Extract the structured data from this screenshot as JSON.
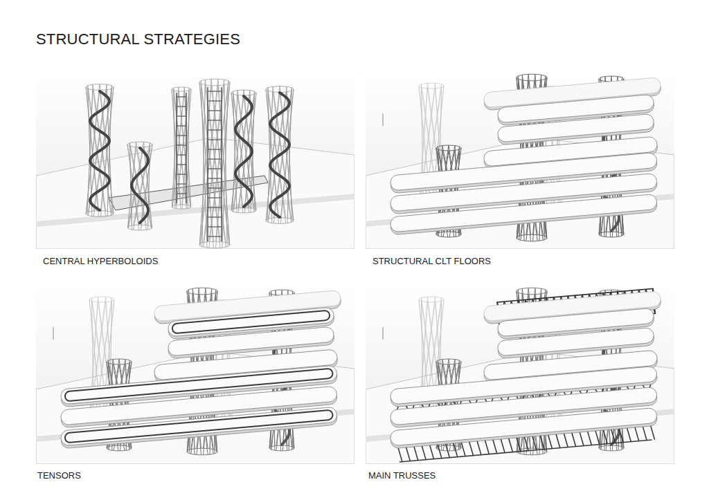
{
  "diagram": {
    "title": "STRUCTURAL STRATEGIES",
    "labels": [
      "CENTRAL HYPERBOLOIDS",
      "STRUCTURAL CLT FLOORS",
      "TENSORS",
      "MAIN TRUSSES"
    ]
  }
}
